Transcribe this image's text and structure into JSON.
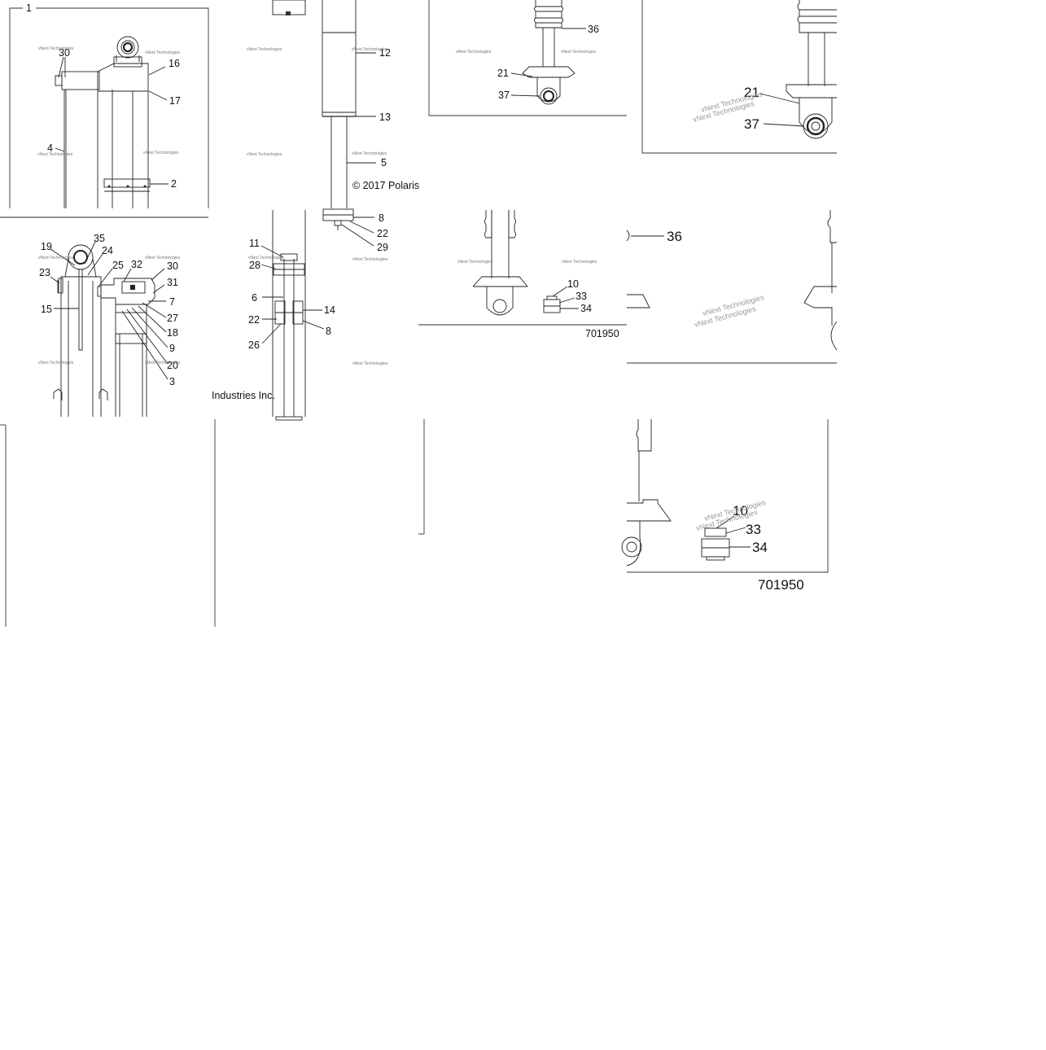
{
  "copyright_line1": "© 2017 Polaris",
  "copyright_line2": "Industries Inc.",
  "watermark": "vNext Technologies",
  "drawing_number": "701950",
  "callouts_top_left": {
    "c1": "1",
    "c30": "30",
    "c16": "16",
    "c17": "17",
    "c4": "4",
    "c2": "2"
  },
  "callouts_top_mid": {
    "c12": "12",
    "c13": "13",
    "c5": "5",
    "c8": "8",
    "c22": "22",
    "c29": "29"
  },
  "callouts_top_right_small": {
    "c36": "36",
    "c21": "21",
    "c37": "37"
  },
  "callouts_top_right_large": {
    "c21": "21",
    "c37": "37"
  },
  "callouts_bottom_left": {
    "c19": "19",
    "c35": "35",
    "c24": "24",
    "c25": "25",
    "c32": "32",
    "c30": "30",
    "c23": "23",
    "c31": "31",
    "c7": "7",
    "c15": "15",
    "c27": "27",
    "c18": "18",
    "c9": "9",
    "c20": "20",
    "c3": "3"
  },
  "callouts_bottom_mid": {
    "c11": "11",
    "c28": "28",
    "c6": "6",
    "c22": "22",
    "c14": "14",
    "c8": "8",
    "c26": "26"
  },
  "callouts_bottom_right_small": {
    "c10": "10",
    "c33": "33",
    "c34": "34"
  },
  "callouts_bottom_right_large": {
    "c36": "36",
    "c10": "10",
    "c33": "33",
    "c34": "34"
  }
}
